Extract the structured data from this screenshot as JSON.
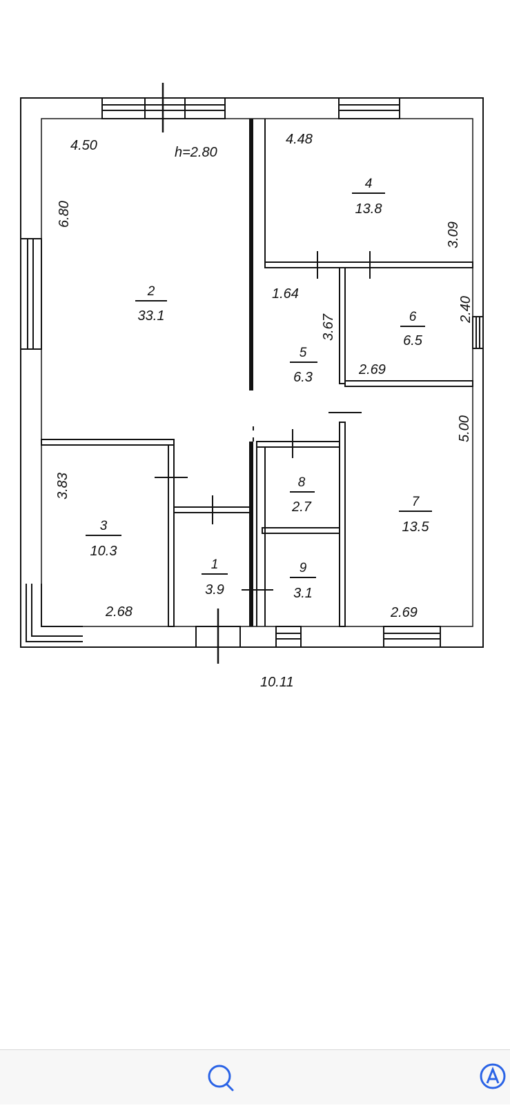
{
  "plan": {
    "height_label": "h=2.80",
    "overall_width": "10.11",
    "rooms": [
      {
        "id": "1",
        "number": "1",
        "area": "3.9"
      },
      {
        "id": "2",
        "number": "2",
        "area": "33.1"
      },
      {
        "id": "3",
        "number": "3",
        "area": "10.3"
      },
      {
        "id": "4",
        "number": "4",
        "area": "13.8"
      },
      {
        "id": "5",
        "number": "5",
        "area": "6.3"
      },
      {
        "id": "6",
        "number": "6",
        "area": "6.5"
      },
      {
        "id": "7",
        "number": "7",
        "area": "13.5"
      },
      {
        "id": "8",
        "number": "8",
        "area": "2.7"
      },
      {
        "id": "9",
        "number": "9",
        "area": "3.1"
      }
    ],
    "dimensions": {
      "room2_width": "4.50",
      "room2_depth": "6.80",
      "room4_width": "4.48",
      "room4_depth": "3.09",
      "room5_width": "1.64",
      "room5_depth": "3.67",
      "room6_depth": "2.40",
      "room6_width": "2.69",
      "room7_depth": "5.00",
      "room7_width": "2.69",
      "room3_depth": "3.83",
      "room3_width": "2.68"
    }
  },
  "toolbar": {
    "search_icon": "search-icon",
    "accessibility_icon": "accessibility-icon"
  }
}
